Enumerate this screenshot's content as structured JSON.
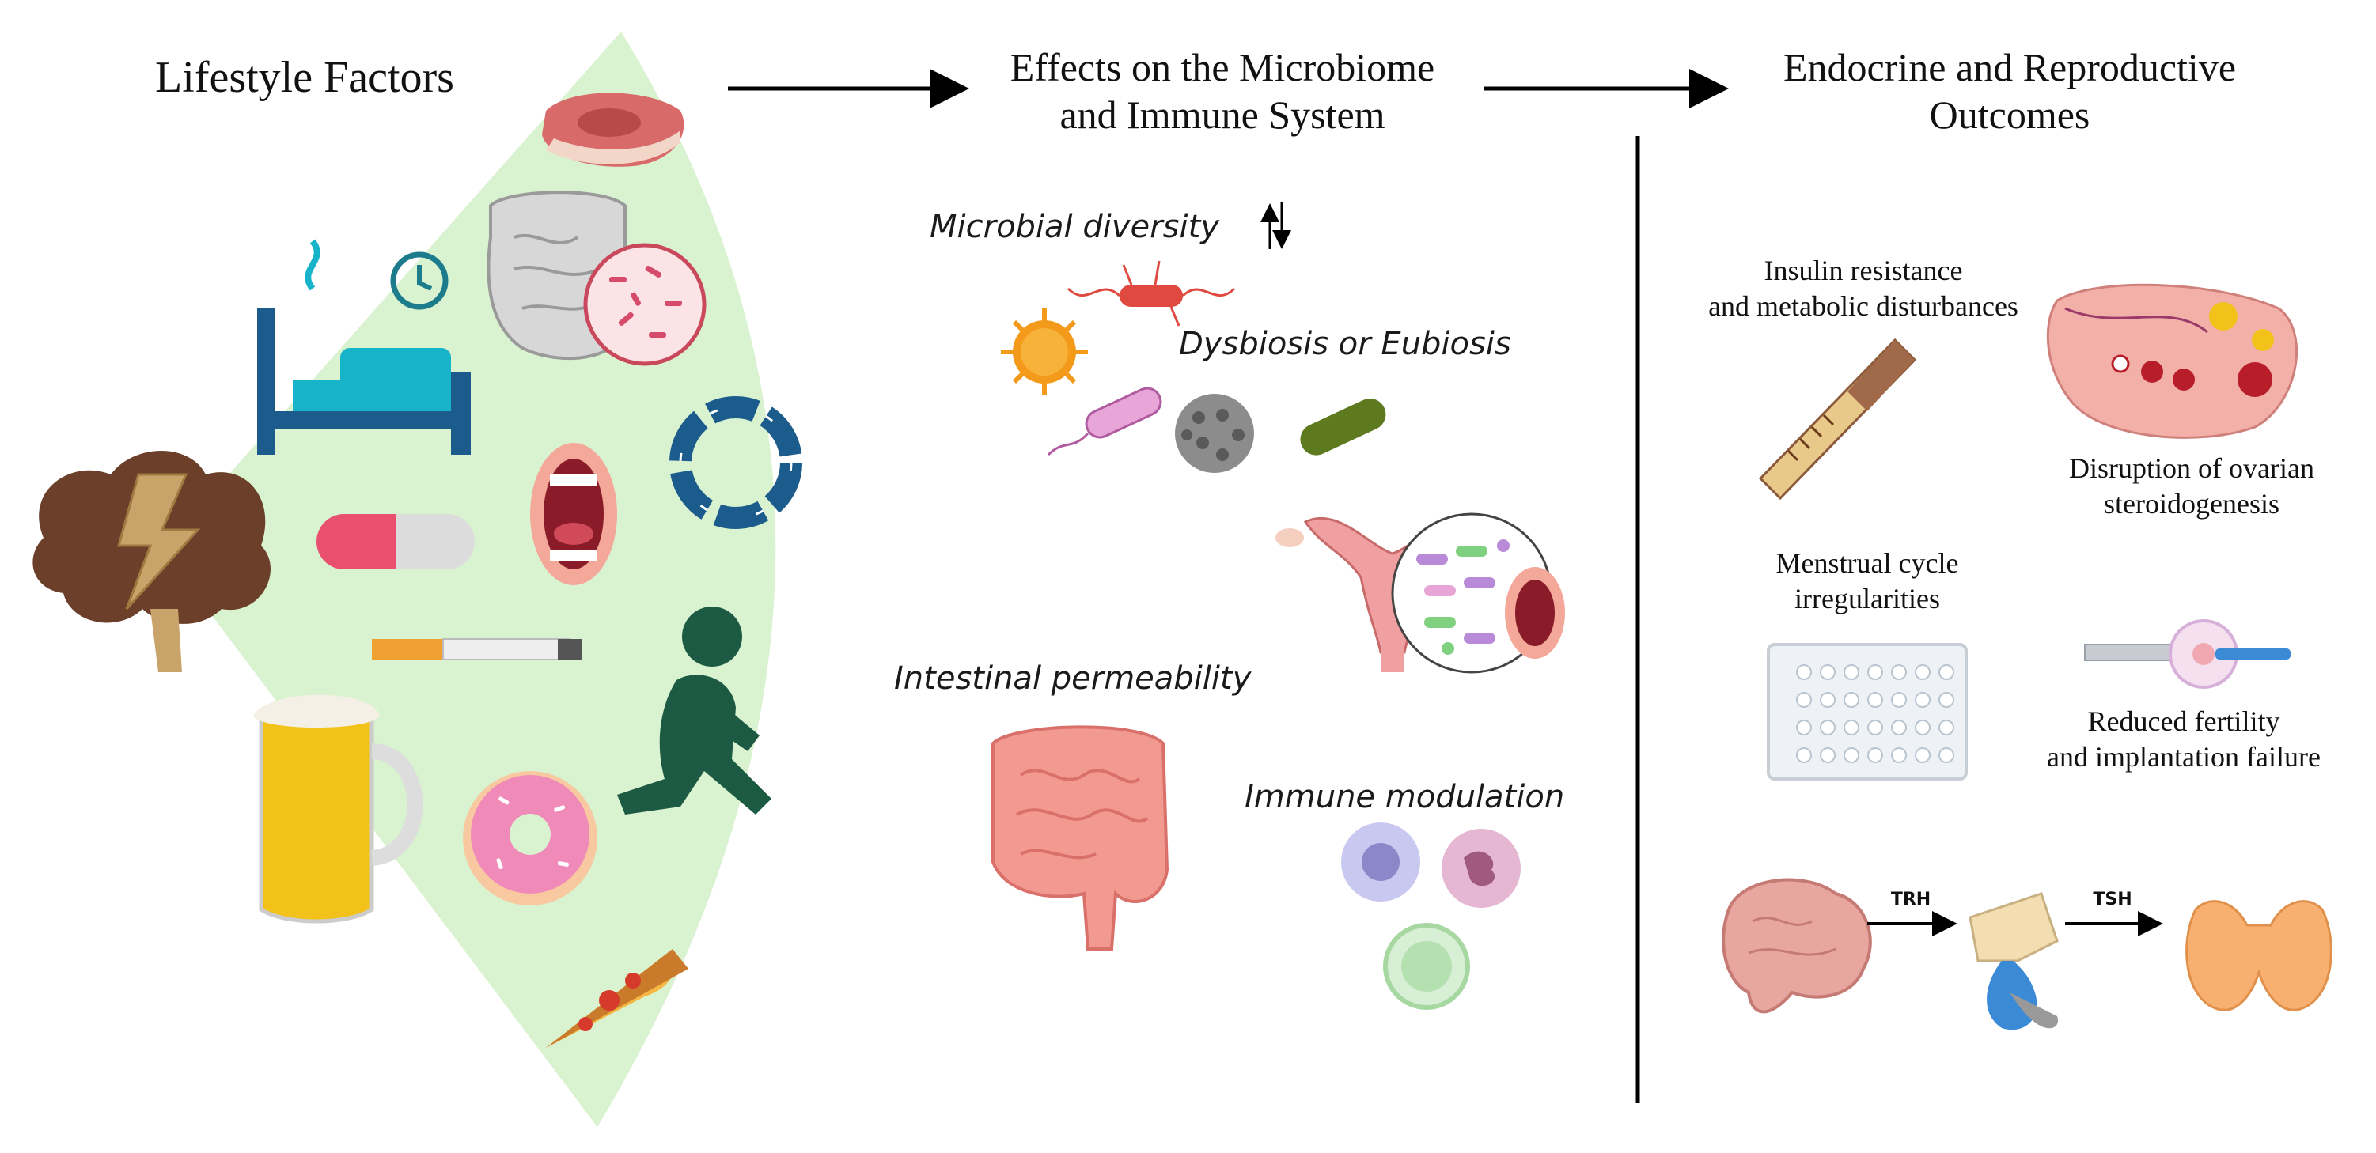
{
  "headings": {
    "lifestyle": "Lifestyle Factors",
    "effects_line1": "Effects on the Microbiome",
    "effects_line2": "and Immune System",
    "outcomes_line1": "Endocrine and Reproductive",
    "outcomes_line2": "Outcomes"
  },
  "effects": {
    "microbial_diversity": "Microbial diversity",
    "dysbiosis": "Dysbiosis or Eubiosis",
    "intestinal_permeability": "Intestinal permeability",
    "immune_modulation": "Immune modulation"
  },
  "outcomes": {
    "insulin_line1": "Insulin resistance",
    "insulin_line2": "and metabolic disturbances",
    "ovarian_line1": "Disruption of ovarian",
    "ovarian_line2": "steroidogenesis",
    "menstrual_line1": "Menstrual cycle",
    "menstrual_line2": "irregularities",
    "fertility_line1": "Reduced fertility",
    "fertility_line2": "and implantation failure",
    "axis_trh": "TRH",
    "axis_tsh": "TSH"
  },
  "colors": {
    "fan": "#d9f2d0",
    "brain": "#6b3f2a",
    "lightning": "#c9a46a",
    "sofa": "#1c5c8c",
    "seat": "#17b3c9",
    "runner": "#1d5a43",
    "gut": "#f29a90",
    "arrow": "#000000"
  }
}
